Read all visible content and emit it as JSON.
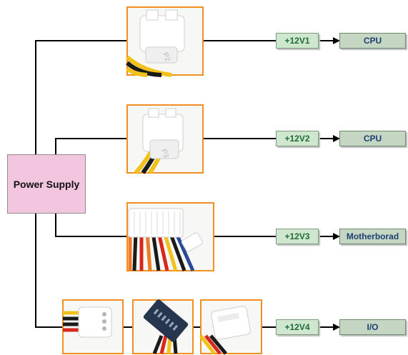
{
  "power_supply": {
    "label": "Power Supply"
  },
  "rails": [
    {
      "rail": "+12V1",
      "target": "CPU",
      "connector_marking": "P2"
    },
    {
      "rail": "+12V2",
      "target": "CPU",
      "connector_marking": "P3"
    },
    {
      "rail": "+12V3",
      "target": "Motherborad",
      "connector_marking": ""
    },
    {
      "rail": "+12V4",
      "target": "I/O",
      "connector_marking": ""
    }
  ],
  "colors": {
    "photo_frame": "#f0901e",
    "power_supply_fill": "#f3c6df",
    "rail_fill": "#cfe6cf",
    "rail_text": "#1f6b3a",
    "target_fill": "#c5d7c3",
    "target_text": "#1d3f73",
    "wire_yellow": "#f2c21b",
    "wire_black": "#1a1a1a",
    "wire_red": "#d8281e",
    "wire_orange": "#ee7b25",
    "wire_blue": "#2b4a9a"
  }
}
